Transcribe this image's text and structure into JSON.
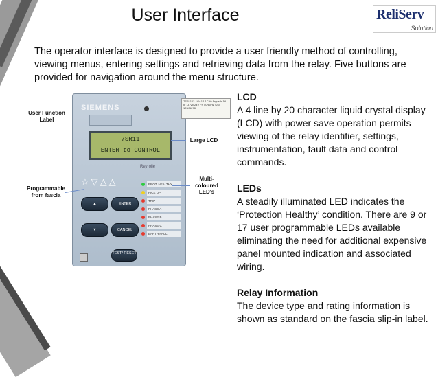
{
  "header": {
    "title": "User Interface"
  },
  "logo": {
    "main": "ReliServ",
    "sub": "Solution"
  },
  "intro": "The operator interface is designed to provide a user friendly method of controlling, viewing menus, entering settings and retrieving data from the relay. Five buttons are provided for navigation around the menu structure.",
  "callouts": {
    "user_function": "User Function Label",
    "programmable": "Programmable from fascia",
    "large_lcd": "Large LCD",
    "multi_led": "Multi-coloured LED's"
  },
  "device": {
    "brand": "SIEMENS",
    "lcd_line1": "7SR11",
    "lcd_line2": "ENTER to CONTROL",
    "maker": "Reyrolle",
    "rating_label": "7SR1102-1GA12-1CA0 Argus Ir 1A Ie 1A Vx 24V Fn 50/60Hz S/N 12345678",
    "leds": [
      {
        "label": "PROT. HEALTHY",
        "color": "#2ecc40"
      },
      {
        "label": "PICK UP",
        "color": "#f0d020"
      },
      {
        "label": "TRIP",
        "color": "#e63a2e"
      },
      {
        "label": "PHASE A",
        "color": "#e63a2e"
      },
      {
        "label": "PHASE B",
        "color": "#e63a2e"
      },
      {
        "label": "PHASE C",
        "color": "#e63a2e"
      },
      {
        "label": "EARTH FAULT",
        "color": "#e63a2e"
      }
    ],
    "buttons": {
      "enter": "ENTER",
      "cancel": "CANCEL",
      "test_reset": "TEST/ RESET"
    }
  },
  "sections": [
    {
      "heading": "LCD",
      "body": "A 4 line by 20 character liquid crystal display (LCD) with power save operation permits viewing of the relay identifier, settings, instrumentation, fault data and control commands."
    },
    {
      "heading": "LEDs",
      "body": "A steadily illuminated LED indicates the ‘Protection Healthy’ condition. There are 9 or 17 user programmable LEDs available eliminating the need for additional expensive panel mounted indication and associated wiring."
    },
    {
      "heading": "Relay Information",
      "body": "The device type and rating information is shown as standard on the fascia slip-in label."
    }
  ]
}
